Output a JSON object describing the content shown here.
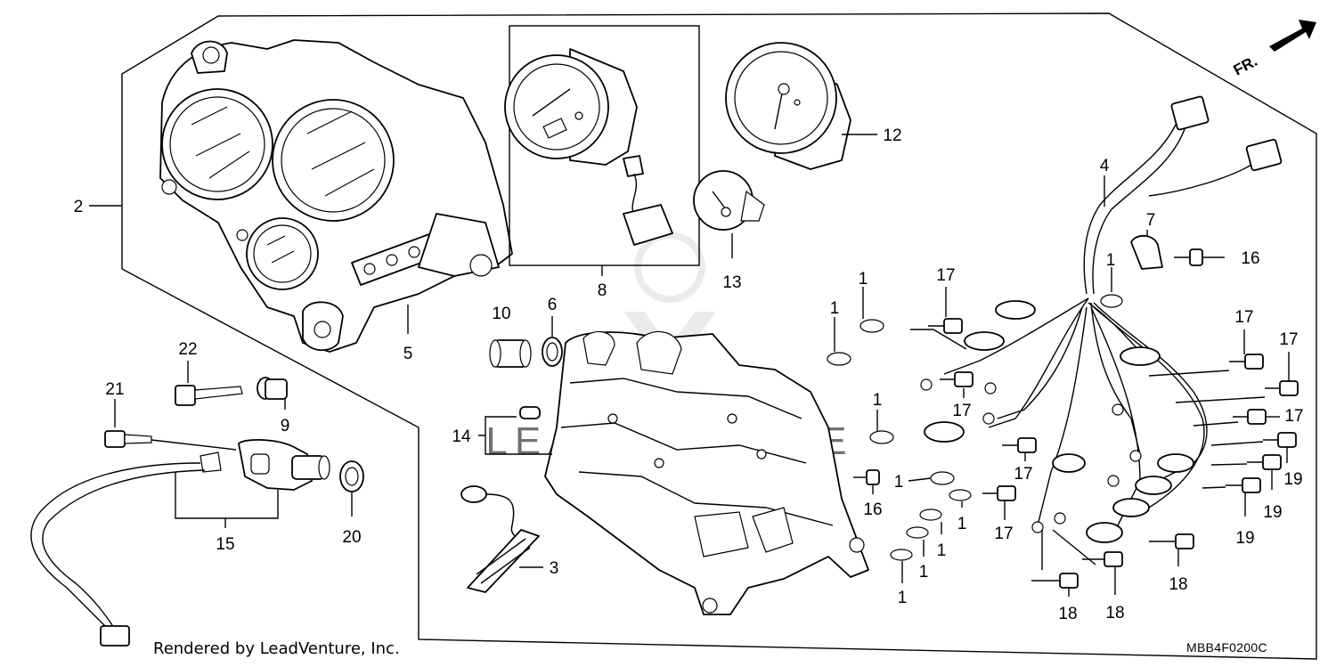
{
  "footer": {
    "rendered_by": "Rendered by LeadVenture, Inc."
  },
  "diagram_code": "MBB4F0200C",
  "direction_label": "FR.",
  "watermark": "LEADVENTURE",
  "part_labels": {
    "p1": "1",
    "p2": "2",
    "p3": "3",
    "p4": "4",
    "p5": "5",
    "p6": "6",
    "p7": "7",
    "p8": "8",
    "p9": "9",
    "p10": "10",
    "p12": "12",
    "p13": "13",
    "p14": "14",
    "p15": "15",
    "p16": "16",
    "p17": "17",
    "p18": "18",
    "p19": "19",
    "p20": "20",
    "p21": "21",
    "p22": "22"
  }
}
